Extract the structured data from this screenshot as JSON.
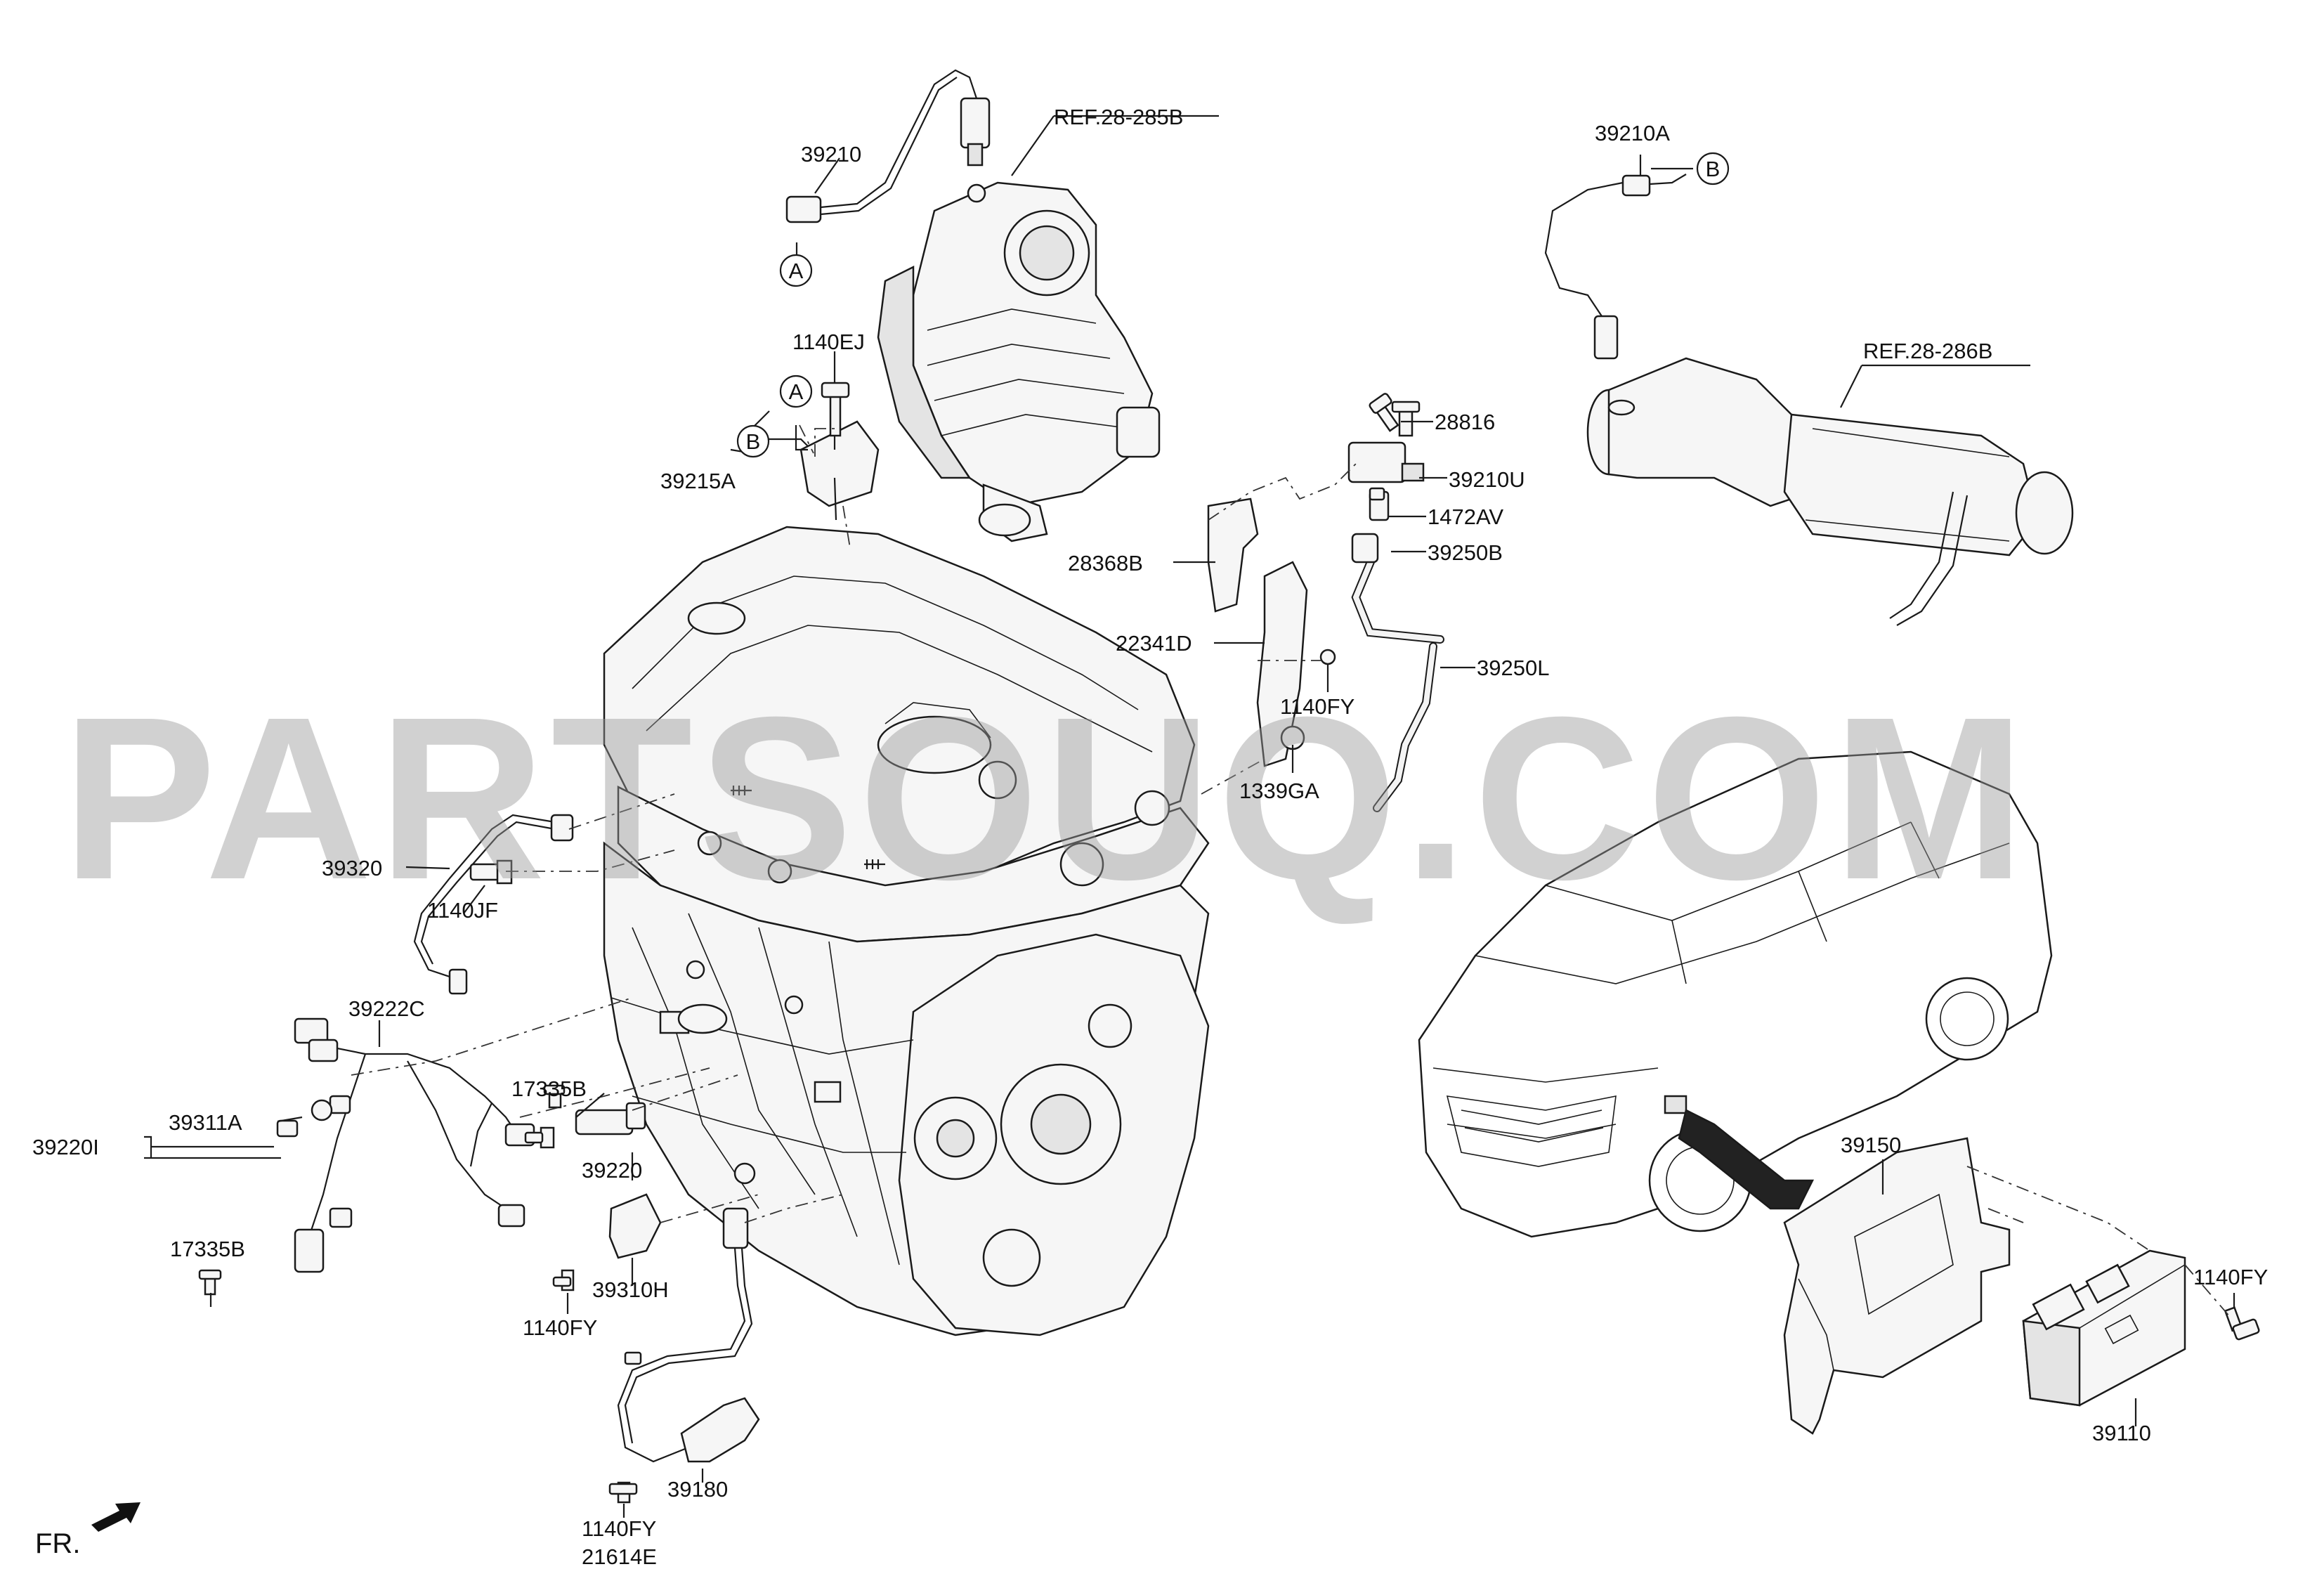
{
  "watermark": "PARTSOUQ.COM",
  "direction_label": "FR.",
  "callouts": [
    {
      "id": "A",
      "label": "A"
    },
    {
      "id": "A2",
      "label": "A"
    },
    {
      "id": "B",
      "label": "B"
    },
    {
      "id": "B2",
      "label": "B"
    }
  ],
  "refs": [
    {
      "label": "REF.28-285B"
    },
    {
      "label": "REF.28-286B"
    }
  ],
  "parts": [
    {
      "label": "39210"
    },
    {
      "label": "1140EJ"
    },
    {
      "label": "39215A"
    },
    {
      "label": "39210A"
    },
    {
      "label": "28816"
    },
    {
      "label": "39210U"
    },
    {
      "label": "1472AV"
    },
    {
      "label": "28368B"
    },
    {
      "label": "39250B"
    },
    {
      "label": "22341D"
    },
    {
      "label": "39250L"
    },
    {
      "label": "1140FY"
    },
    {
      "label": "1339GA"
    },
    {
      "label": "39320"
    },
    {
      "label": "1140JF"
    },
    {
      "label": "39222C"
    },
    {
      "label": "17335B"
    },
    {
      "label": "39311A"
    },
    {
      "label": "39220I"
    },
    {
      "label": "39220"
    },
    {
      "label": "17335B"
    },
    {
      "label": "39310H"
    },
    {
      "label": "1140FY"
    },
    {
      "label": "39180"
    },
    {
      "label": "1140FY"
    },
    {
      "label": "21614E"
    },
    {
      "label": "39150"
    },
    {
      "label": "1140FY"
    },
    {
      "label": "39110"
    }
  ]
}
